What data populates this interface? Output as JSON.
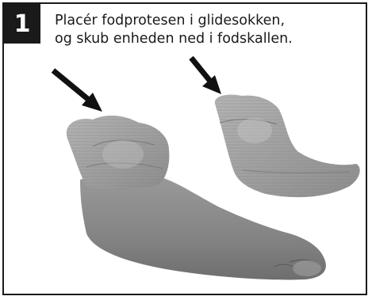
{
  "step": {
    "number": "1"
  },
  "instruction": {
    "line1": "Placér fodprotesen i glidesokken,",
    "line2": "og skub enheden ned i fodskallen."
  },
  "illustration": {
    "icons": [
      "arrow-pointer-icon",
      "foot-shell-icon",
      "sock-icon"
    ]
  },
  "colors": {
    "badge": "#1a1a1a",
    "border": "#1a1a1a",
    "foot": "#8a8a8a",
    "sock": "#a8a8a8"
  }
}
